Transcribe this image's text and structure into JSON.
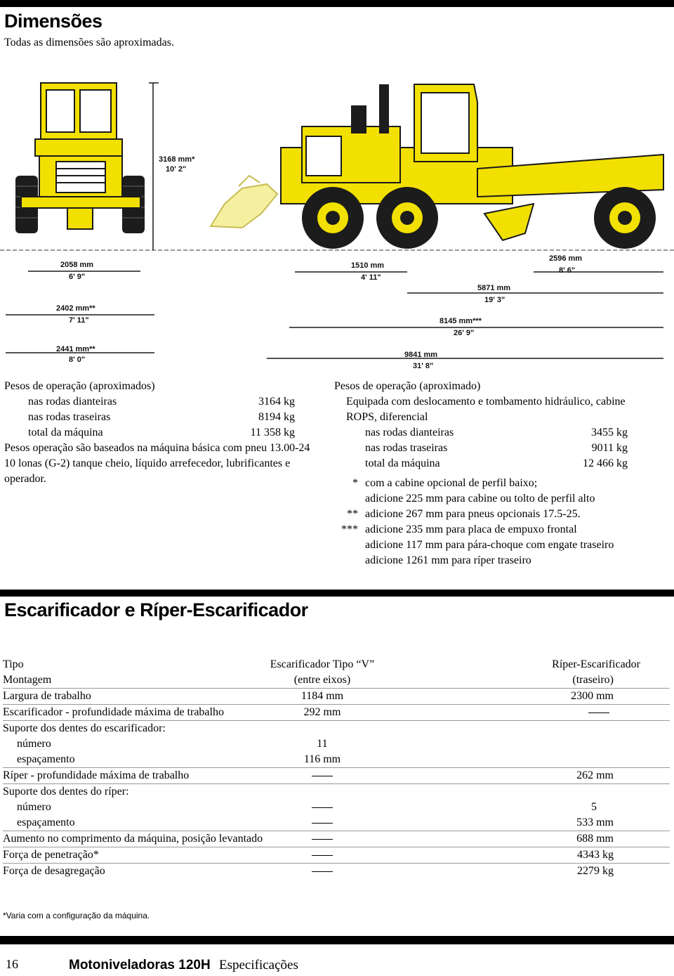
{
  "header": {
    "title": "Dimensões",
    "subtitle": "Todas as dimensões são aproximadas."
  },
  "figure": {
    "dims": [
      {
        "mm": "3168 mm*",
        "ft": "10' 2\""
      },
      {
        "mm": "2058 mm",
        "ft": "6' 9\""
      },
      {
        "mm": "2402 mm**",
        "ft": "7' 11\""
      },
      {
        "mm": "2441 mm**",
        "ft": "8' 0\""
      },
      {
        "mm": "1510 mm",
        "ft": "4' 11\""
      },
      {
        "mm": "2596 mm",
        "ft": "8' 6\""
      },
      {
        "mm": "5871 mm",
        "ft": "19' 3\""
      },
      {
        "mm": "8145 mm***",
        "ft": "26' 9\""
      },
      {
        "mm": "9841 mm",
        "ft": "31' 8\""
      }
    ],
    "colors": {
      "machine": "#f2e000",
      "outline": "#1a1a1a",
      "tire": "#1c1c1c"
    }
  },
  "left_weights": {
    "heading": "Pesos de operação (aproximados)",
    "rows": [
      {
        "label": "nas rodas dianteiras",
        "value": "3164  kg"
      },
      {
        "label": "nas rodas traseiras",
        "value": "8194  kg"
      },
      {
        "label": "total da máquina",
        "value": "11 358 kg"
      }
    ],
    "note": "Pesos operação são baseados na máquina básica com pneu 13.00-24 10 lonas (G-2) tanque cheio, líquido arrefecedor, lubrificantes e operador."
  },
  "right_weights": {
    "heading": "Pesos de operação (aproximado)",
    "desc_line1": "Equipada com deslocamento e tombamento hidráulico, cabine",
    "desc_line2": "ROPS, diferencial",
    "rows": [
      {
        "label": "nas rodas dianteiras",
        "value": "3455 kg"
      },
      {
        "label": "nas rodas traseiras",
        "value": "9011 kg"
      },
      {
        "label": "total da máquina",
        "value": "12 466 kg"
      }
    ],
    "notes": [
      {
        "mark": "*",
        "text": "com a cabine opcional de perfil baixo;"
      },
      {
        "mark": "",
        "text": "adicione 225 mm para cabine ou tolto de perfil alto"
      },
      {
        "mark": "**",
        "text": "adicione 267 mm para pneus opcionais 17.5-25."
      },
      {
        "mark": "***",
        "text": "adicione 235 mm para placa de empuxo frontal"
      },
      {
        "mark": "",
        "text": "adicione 117 mm para pára-choque com engate traseiro"
      },
      {
        "mark": "",
        "text": "adicione 1261 mm para ríper traseiro"
      }
    ]
  },
  "section2": {
    "title": "Escarificador e Ríper-Escarificador"
  },
  "spec_table": {
    "head": {
      "r1": [
        "Tipo",
        "Escarificador Tipo “V”",
        "Ríper-Escarificador"
      ],
      "r2": [
        "Montagem",
        "(entre eixos)",
        "(traseiro)"
      ]
    },
    "largura": [
      "Largura de trabalho",
      "1184 mm",
      "2300 mm"
    ],
    "escar_prof": [
      "Escarificador - profundidade máxima de trabalho",
      "292 mm"
    ],
    "suporte_escar": {
      "title": "Suporte dos dentes do escarificador:",
      "numero_label": "número",
      "numero_val": "11",
      "espac_label": "espaçamento",
      "espac_val": "116 mm"
    },
    "riper_prof": [
      "Ríper - profundidade máxima de trabalho",
      "262 mm"
    ],
    "suporte_riper": {
      "title": "Suporte dos dentes do ríper:",
      "numero_label": "número",
      "numero_val": "5",
      "espac_label": "espaçamento",
      "espac_val": "533 mm"
    },
    "aumento": [
      "Aumento no comprimento da máquina, posição levantado",
      "688 mm"
    ],
    "penetracao": [
      "Força de penetração*",
      "4343 kg"
    ],
    "desagregacao": [
      "Força de desagregação",
      "2279 kg"
    ]
  },
  "footnote": "*Varia com a configuração da máquina.",
  "footer": {
    "page": "16",
    "title": "Motoniveladoras 120H",
    "sub": "Especificações"
  }
}
